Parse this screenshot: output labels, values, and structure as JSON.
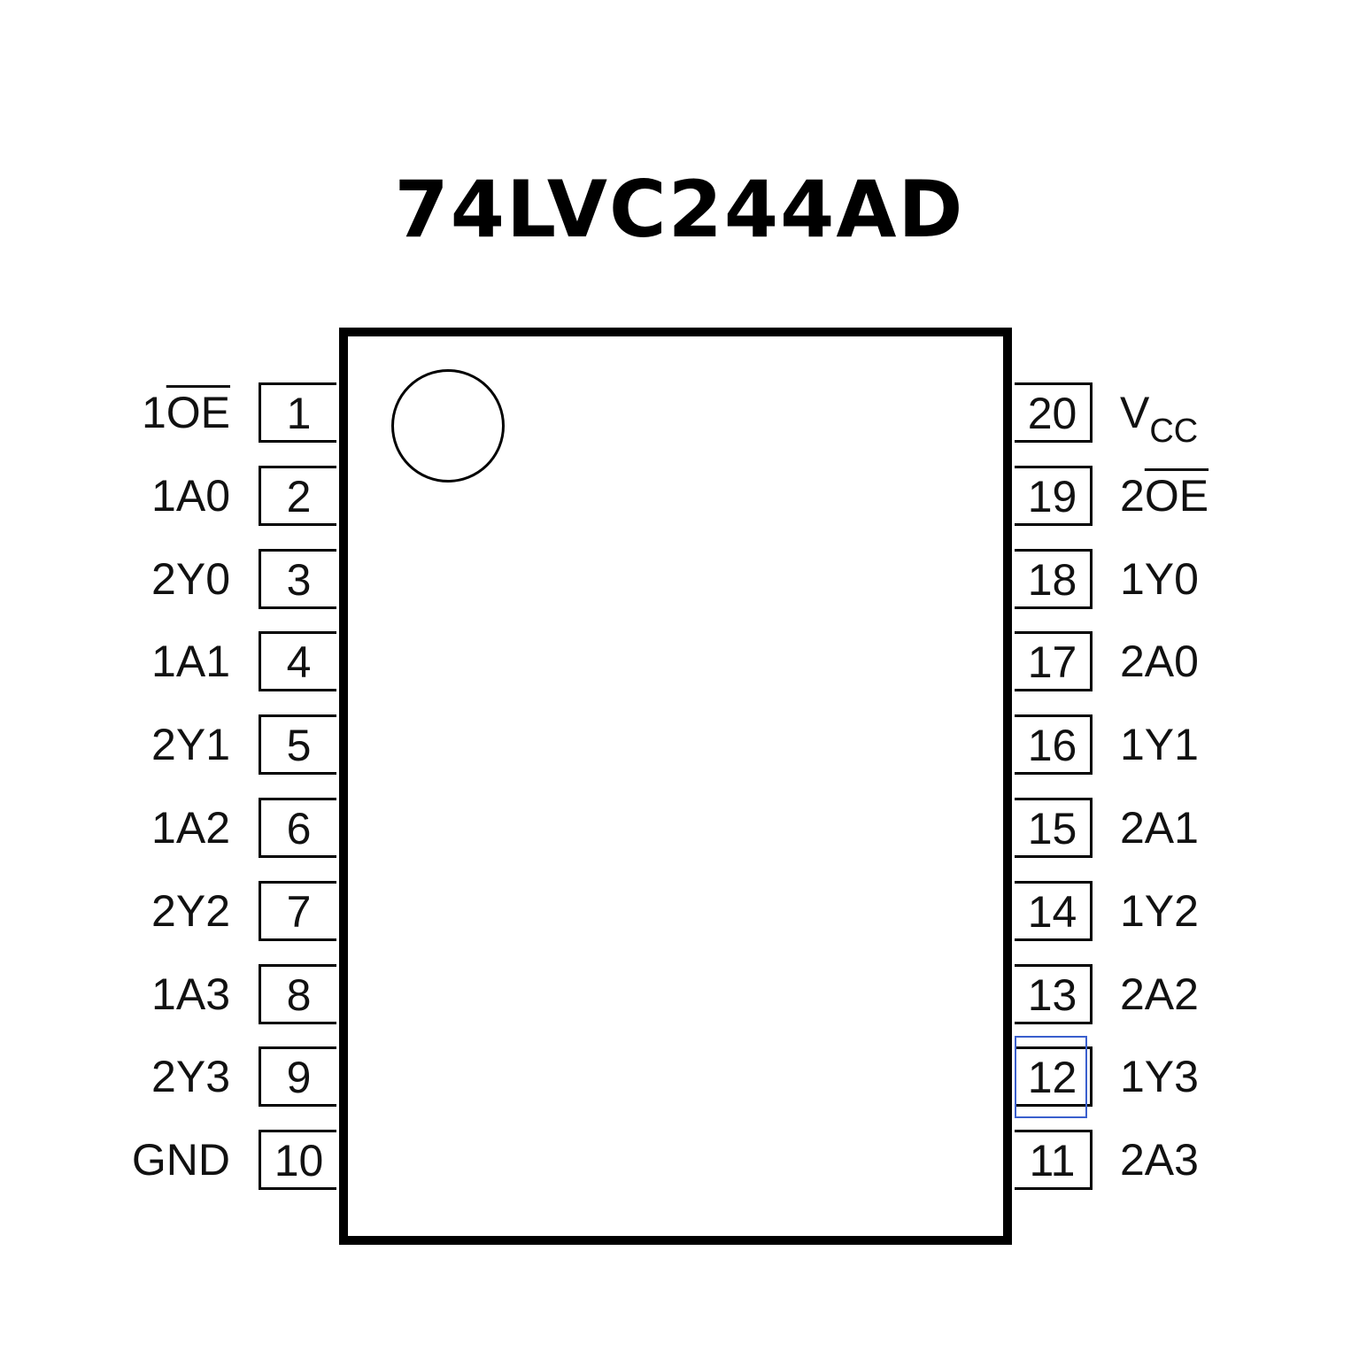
{
  "title": "74LVC244AD",
  "highlight_color": "#3a5fcd",
  "left_pins": [
    {
      "num": "1",
      "pre": "1",
      "bar": "OE",
      "sub": ""
    },
    {
      "num": "2",
      "pre": "1A0",
      "bar": "",
      "sub": ""
    },
    {
      "num": "3",
      "pre": "2Y0",
      "bar": "",
      "sub": ""
    },
    {
      "num": "4",
      "pre": "1A1",
      "bar": "",
      "sub": ""
    },
    {
      "num": "5",
      "pre": "2Y1",
      "bar": "",
      "sub": ""
    },
    {
      "num": "6",
      "pre": "1A2",
      "bar": "",
      "sub": ""
    },
    {
      "num": "7",
      "pre": "2Y2",
      "bar": "",
      "sub": ""
    },
    {
      "num": "8",
      "pre": "1A3",
      "bar": "",
      "sub": ""
    },
    {
      "num": "9",
      "pre": "2Y3",
      "bar": "",
      "sub": ""
    },
    {
      "num": "10",
      "pre": "GND",
      "bar": "",
      "sub": ""
    }
  ],
  "right_pins": [
    {
      "num": "20",
      "pre": "V",
      "bar": "",
      "sub": "CC"
    },
    {
      "num": "19",
      "pre": "2",
      "bar": "OE",
      "sub": ""
    },
    {
      "num": "18",
      "pre": "1Y0",
      "bar": "",
      "sub": ""
    },
    {
      "num": "17",
      "pre": "2A0",
      "bar": "",
      "sub": ""
    },
    {
      "num": "16",
      "pre": "1Y1",
      "bar": "",
      "sub": ""
    },
    {
      "num": "15",
      "pre": "2A1",
      "bar": "",
      "sub": ""
    },
    {
      "num": "14",
      "pre": "1Y2",
      "bar": "",
      "sub": ""
    },
    {
      "num": "13",
      "pre": "2A2",
      "bar": "",
      "sub": ""
    },
    {
      "num": "12",
      "pre": "1Y3",
      "bar": "",
      "sub": ""
    },
    {
      "num": "11",
      "pre": "2A3",
      "bar": "",
      "sub": ""
    }
  ]
}
